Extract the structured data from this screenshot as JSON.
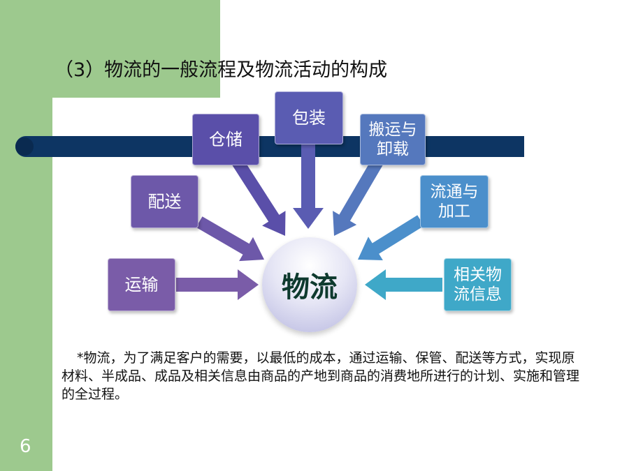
{
  "slide": {
    "title": "（3）物流的一般流程及物流活动的构成",
    "page_number": "6"
  },
  "diagram": {
    "center": {
      "label": "物流"
    },
    "nodes": [
      {
        "id": "cangchu",
        "label": "仓储",
        "color": "#5a4fa9"
      },
      {
        "id": "baozhuang",
        "label": "包装",
        "color": "#5a5cb2"
      },
      {
        "id": "banyun",
        "label": "搬运与卸载",
        "color": "#5578bd"
      },
      {
        "id": "peisong",
        "label": "配送",
        "color": "#6d58a9"
      },
      {
        "id": "liutong",
        "label": "流通与加工",
        "color": "#4b8fcb"
      },
      {
        "id": "yunshu",
        "label": "运输",
        "color": "#7a5ca8"
      },
      {
        "id": "xinxi",
        "label": "相关物流信息",
        "color": "#3fa8c8"
      }
    ]
  },
  "description": {
    "text": "*物流，为了满足客户的需要，以最低的成本，通过运输、保管、配送等方式，实现原材料、半成品、成品及相关信息由商品的产地到商品的消费地所进行的计划、实施和管理的全过程。"
  }
}
